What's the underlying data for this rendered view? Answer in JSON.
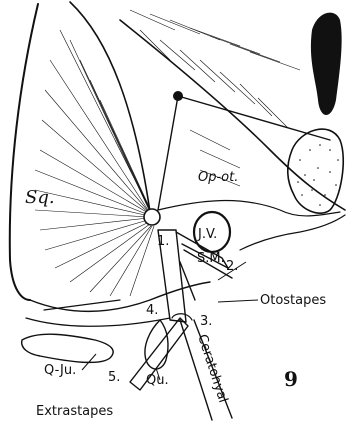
{
  "figure_number": "9",
  "labels": {
    "sq": "Sq.",
    "op_ot": "Op-ot.",
    "jv": "J.V.",
    "sm": "S.M.",
    "n1": "1.",
    "n2": "2.",
    "n3": "3.",
    "n4": "4.",
    "n5": "5.",
    "otostapes": "Otostapes",
    "ceratohyal": "Ceratohyal",
    "q_ju": "Q-Ju.",
    "qu": "Qu.",
    "extrastapes": "Extrastapes"
  }
}
